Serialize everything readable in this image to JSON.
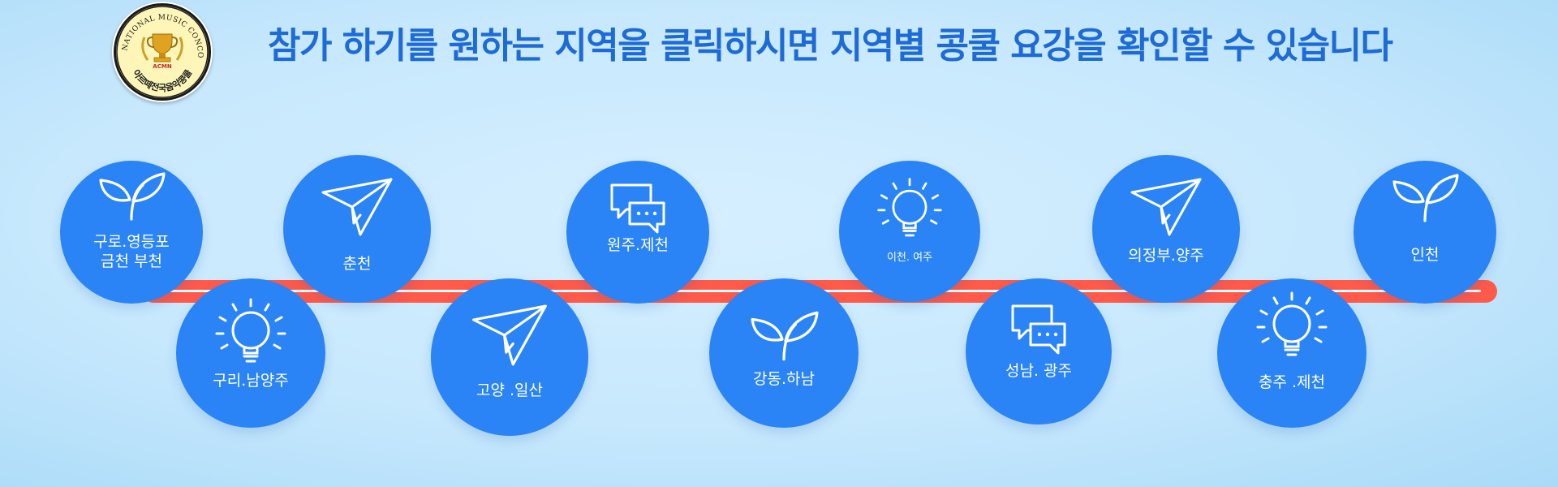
{
  "logo": {
    "ring_text": "ARTE NATIONAL MUSIC CONCOURS",
    "abbr": "ACMN",
    "korean": "아르떼전국음악콩쿨"
  },
  "headline": "참가 하기를 원하는 지역을 클릭하시면 지역별 콩쿨 요강을 확인할 수 있습니다",
  "regions": [
    {
      "label": "구로.영등포\n금천 부천",
      "icon": "sprout-icon"
    },
    {
      "label": "구리.남양주",
      "icon": "lightbulb-icon"
    },
    {
      "label": "춘천",
      "icon": "paper-plane-icon"
    },
    {
      "label": "고양 .일산",
      "icon": "paper-plane-icon"
    },
    {
      "label": "원주.제천",
      "icon": "chat-bubbles-icon"
    },
    {
      "label": "강동.하남",
      "icon": "sprout-icon"
    },
    {
      "label": "이천. 여주",
      "icon": "lightbulb-icon"
    },
    {
      "label": "성남. 광주",
      "icon": "chat-bubbles-icon"
    },
    {
      "label": "의정부.양주",
      "icon": "paper-plane-icon"
    },
    {
      "label": "충주 .제천",
      "icon": "lightbulb-icon"
    },
    {
      "label": "인천",
      "icon": "sprout-icon"
    }
  ],
  "colors": {
    "node": "#2a84f5",
    "headline": "#1e6bd6",
    "track": "#ff5a4a"
  }
}
